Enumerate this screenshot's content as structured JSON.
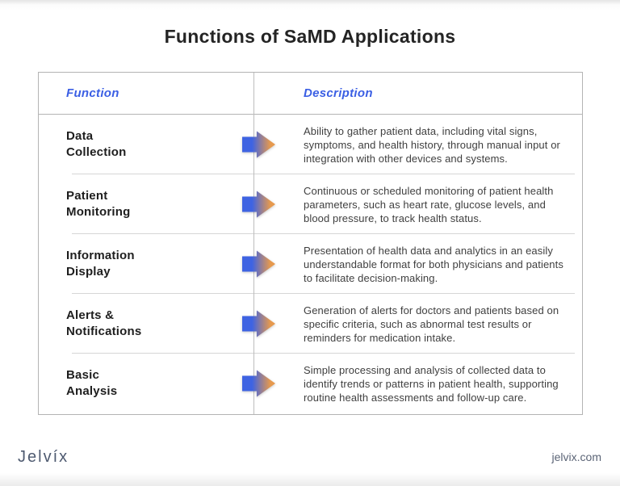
{
  "title": "Functions of SaMD Applications",
  "table": {
    "headers": {
      "function": "Function",
      "description": "Description"
    },
    "rows": [
      {
        "function_line1": "Data",
        "function_line2": "Collection",
        "description": "Ability to gather patient data, including vital signs, symptoms, and health history, through manual input or integration with other devices and systems."
      },
      {
        "function_line1": "Patient",
        "function_line2": "Monitoring",
        "description": "Continuous or scheduled monitoring of patient health parameters, such as heart rate, glucose levels, and blood pressure, to track health status."
      },
      {
        "function_line1": "Information",
        "function_line2": "Display",
        "description": "Presentation of health data and analytics in an easily understandable format for both physicians and patients to facilitate decision-making."
      },
      {
        "function_line1": "Alerts &",
        "function_line2": "Notifications",
        "description": "Generation of alerts for doctors and patients based on specific criteria, such as abnormal test results or reminders for medication intake."
      },
      {
        "function_line1": "Basic",
        "function_line2": "Analysis",
        "description": "Simple processing and analysis of collected data to identify trends or patterns in patient health, supporting routine health assessments and follow-up care."
      }
    ]
  },
  "icons": {
    "row_marker": "gradient-right-arrow-icon"
  },
  "footer": {
    "logo": "Jelvíx",
    "website": "jelvix.com"
  },
  "colors": {
    "header_text": "#3b5fe4",
    "arrow_blue": "#3e63e2",
    "arrow_orange": "#e6994e",
    "title_text": "#242424",
    "body_text": "#3f3f3f",
    "footer_text": "#4e5a70",
    "table_border": "#b4b4b4",
    "row_divider": "#d6d6d6"
  }
}
